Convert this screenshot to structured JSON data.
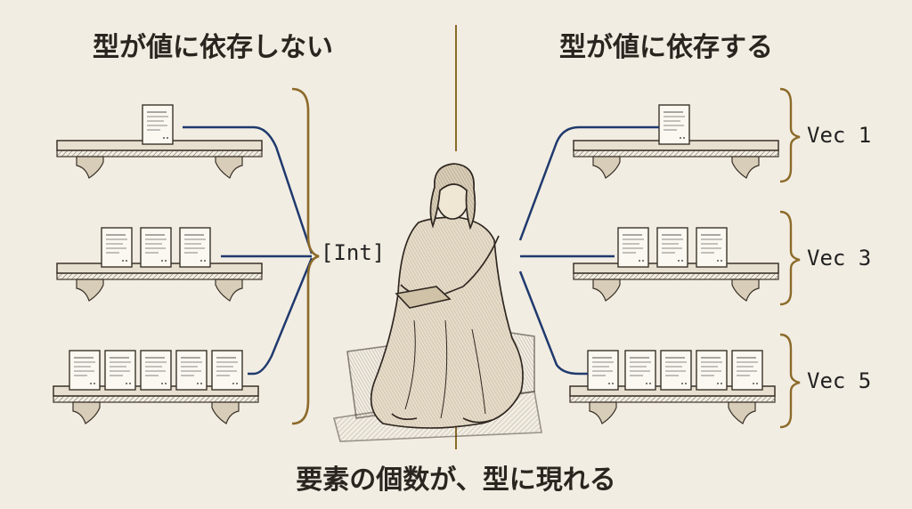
{
  "titles": {
    "left": "型が値に依存しない",
    "right": "型が値に依存する",
    "bottom": "要素の個数が、型に現れる"
  },
  "labels": {
    "untyped": "[Int]",
    "vec1": "Vec 1",
    "vec3": "Vec 3",
    "vec5": "Vec 5"
  },
  "colors": {
    "background": "#f2ede2",
    "connector": "#1f3a6e",
    "brace": "#8c6a2a",
    "ink": "#2b2520"
  },
  "illustration": {
    "left_shelves_card_counts": [
      1,
      3,
      5
    ],
    "right_shelves_card_counts": [
      1,
      3,
      5
    ]
  }
}
